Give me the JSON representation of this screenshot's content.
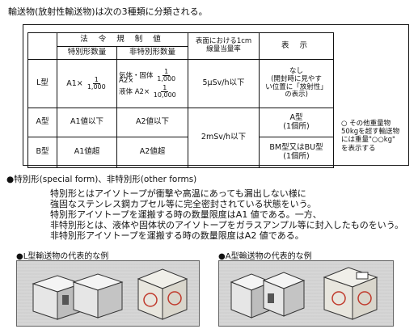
{
  "intro": "輸送物(放射性輸送物)は次の3種類に分類される。",
  "table": {
    "header_regulation": "法 令 規 制 値",
    "header_special": "特別形数量",
    "header_nonspecial": "非特別形数量",
    "header_surface_line1": "表面における1cm",
    "header_surface_line2": "線量当量率",
    "header_display": "表 示",
    "rows": {
      "L": {
        "type": "L型",
        "special_prefix": "A1×",
        "special_num": "1",
        "special_den": "1,000",
        "gas_label": "気体・固体",
        "gas_prefix": "A2×",
        "gas_num": "1",
        "gas_den": "1,000",
        "liquid_label": "液体",
        "liquid_prefix": "A2×",
        "liquid_num": "1",
        "liquid_den": "10,000",
        "surface": "5μSv/h以下",
        "display_line1": "なし",
        "display_line2": "(開封時に見やす",
        "display_line3": "い位置に「放射性」",
        "display_line4": "の表示)"
      },
      "A": {
        "type": "A型",
        "special": "A1値以下",
        "nonspecial": "A2値以下",
        "surface": "2mSv/h以下",
        "display_line1": "A型",
        "display_line2": "(1個所)"
      },
      "B": {
        "type": "B型",
        "special": "A1値超",
        "nonspecial": "A2値超",
        "display_line1": "BM型又はBU型",
        "display_line2": "(1個所)"
      }
    }
  },
  "note": {
    "line1": "○ その他重量物",
    "line2": "50kgを超す輸送物",
    "line3": "には重量\"○○kg\"",
    "line4": "を表示する"
  },
  "special_form": {
    "title": "●特別形(special form)、非特別形(other forms)",
    "lines": [
      "特別形とはアイソトープが衝撃や高温にあっても漏出しない様に",
      "強固なステンレス鋼カプセル等に完全密封されている状態をいう。",
      "特別形アイソトープを運搬する時の数量限度はA1 値である。一方、",
      "非特別形とは、液体や固体状のアイソトープをガラスアンプル等に封入したものをいう。",
      "非特別形アイソトープを運搬する時の数量限度はA2 値である。"
    ]
  },
  "examples": {
    "l_type": "●L型輸送物の代表的な例",
    "a_type": "●A型輸送物の代表的な例"
  },
  "colors": {
    "text": "#111111",
    "photo_bg": "#d2d2d2",
    "label_red": "#c0392b"
  }
}
